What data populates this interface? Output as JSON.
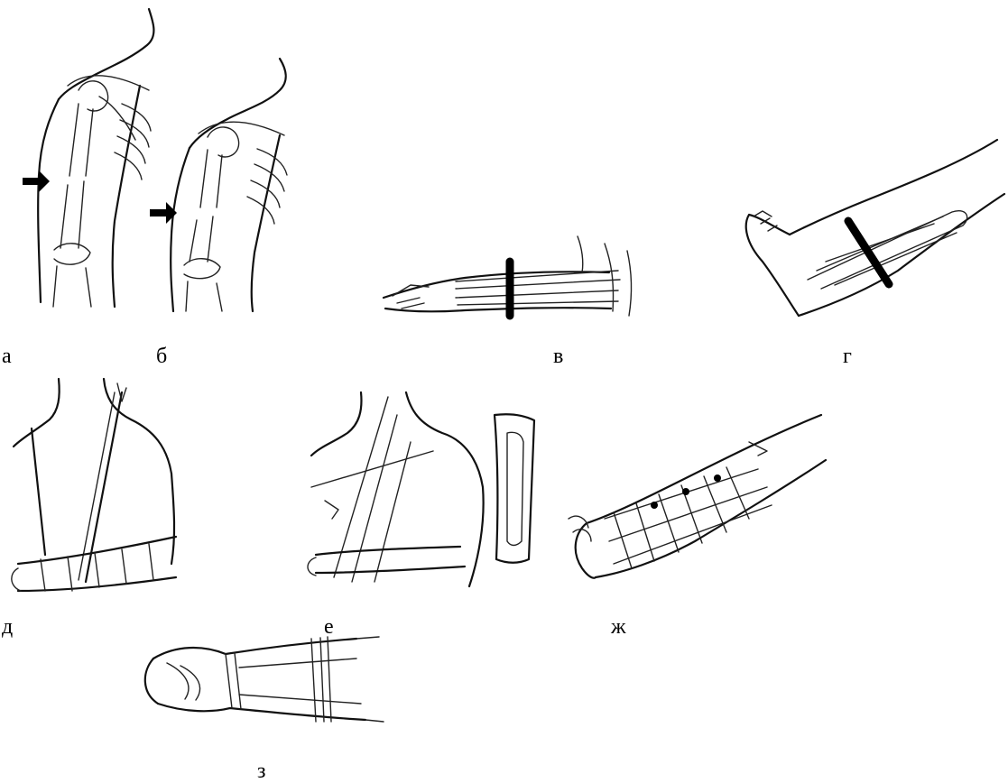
{
  "labels": {
    "a": "а",
    "b": "б",
    "v": "в",
    "g": "г",
    "d": "д",
    "e": "е",
    "zh": "ж",
    "z": "з"
  }
}
